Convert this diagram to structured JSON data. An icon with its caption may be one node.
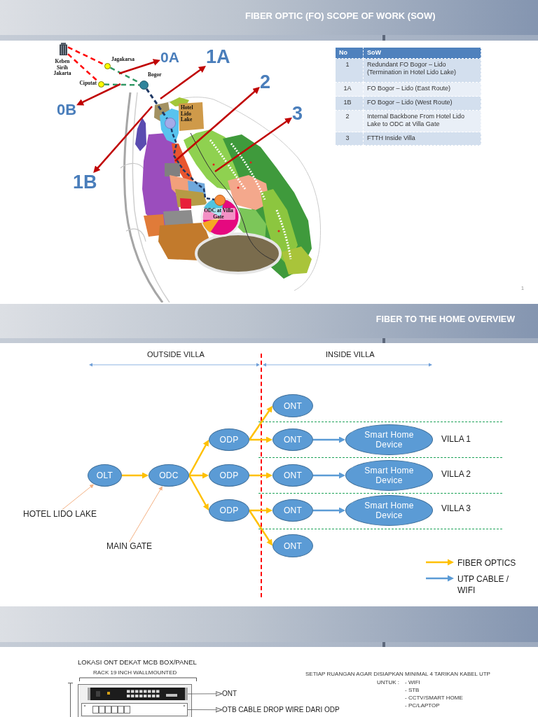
{
  "diagram": {
    "title": "FIBER OPTIC (FO) SCOPE OF WORK (SOW)",
    "nodes": [
      {
        "text": [],
        "shape": "picture",
        "beside": [
          "Keben Sirih Jakarta"
        ]
      },
      {
        "text": [],
        "shape": "circle",
        "beside": [
          "Jagakarsa"
        ]
      },
      {
        "text": [
          "0A"
        ]
      },
      {
        "text": [
          "1A"
        ]
      },
      {
        "text": [],
        "shape": "circle",
        "beside": [
          "Bogor"
        ]
      },
      {
        "text": [],
        "shape": "circle",
        "beside": [
          "Ciputat"
        ]
      },
      {
        "text": [
          "2"
        ]
      },
      {
        "text": [
          "0B"
        ]
      },
      {
        "text": [],
        "shape": "circle",
        "beside": [
          "Hotel Lido Lake"
        ]
      },
      {
        "text": [
          "3"
        ]
      },
      {
        "text": [
          "1B"
        ]
      },
      {
        "text": [],
        "shape": "circle",
        "beside": [
          "ODC at Villa Gate"
        ]
      },
      {
        "text": [
          "ONT"
        ]
      },
      {
        "text": [
          "ODP"
        ]
      },
      {
        "text": [
          "ONT"
        ]
      },
      {
        "text": [
          "Smart Home Device"
        ]
      },
      {
        "text": [
          "OLT"
        ]
      },
      {
        "text": [
          "ODC"
        ]
      },
      {
        "text": [
          "ODP"
        ]
      },
      {
        "text": [
          "ONT"
        ]
      },
      {
        "text": [
          "Smart Home Device"
        ]
      },
      {
        "text": [
          "ODP"
        ]
      },
      {
        "text": [
          "ONT"
        ]
      },
      {
        "text": [
          "Smart Home Device"
        ]
      },
      {
        "text": [
          "HOTEL LIDO LAKE"
        ]
      },
      {
        "text": [
          "MAIN GATE"
        ]
      },
      {
        "text": [
          "ONT"
        ]
      },
      {
        "text": [],
        "shape": "picture"
      },
      {
        "text": [
          "ONT"
        ]
      },
      {
        "text": [],
        "shape": "picture"
      },
      {
        "text": [
          "OTB CABLE DROP WIRE DARI ODP"
        ]
      }
    ],
    "edges": [
      {
        "from": 0,
        "to": 1,
        "arrow": "none",
        "style": "dashed",
        "color": "#ff0000"
      },
      {
        "from": 0,
        "to": 5,
        "arrow": "none",
        "style": "dashed",
        "color": "#ff0000"
      },
      {
        "from": 1,
        "to": 4,
        "arrow": "none",
        "style": "dashed",
        "color": "#339966"
      },
      {
        "from": 5,
        "to": 4,
        "arrow": "none",
        "style": "dashed",
        "color": "#339966"
      },
      {
        "from": 4,
        "to": 8,
        "arrow": "none",
        "style": "dashed",
        "color": "#1f3864"
      },
      {
        "from": 8,
        "to": 11,
        "arrow": "none",
        "style": "dashed",
        "color": "#1f3864"
      },
      {
        "from": null,
        "to": 2,
        "arrow": "to",
        "color": "#c00000"
      },
      {
        "from": null,
        "to": 3,
        "arrow": "to",
        "color": "#c00000"
      },
      {
        "from": null,
        "to": 6,
        "arrow": "to",
        "color": "#c00000"
      },
      {
        "from": null,
        "to": 9,
        "arrow": "to",
        "color": "#c00000"
      },
      {
        "from": null,
        "to": 7,
        "arrow": "to",
        "color": "#c00000"
      },
      {
        "from": null,
        "to": 10,
        "arrow": "to",
        "color": "#c00000"
      },
      {
        "from": 16,
        "to": 17,
        "arrow": "to"
      },
      {
        "from": 17,
        "to": 13,
        "arrow": "to"
      },
      {
        "from": 17,
        "to": 18,
        "arrow": "to"
      },
      {
        "from": 17,
        "to": 21,
        "arrow": "to"
      },
      {
        "from": 13,
        "to": 12,
        "arrow": "to"
      },
      {
        "from": 13,
        "to": 14,
        "arrow": "to"
      },
      {
        "from": 18,
        "to": 19,
        "arrow": "to"
      },
      {
        "from": 21,
        "to": 22,
        "arrow": "to"
      },
      {
        "from": 21,
        "to": 26,
        "arrow": "to"
      },
      {
        "from": 14,
        "to": 15,
        "arrow": "to",
        "color": "#5b9bd5"
      },
      {
        "from": 19,
        "to": 20,
        "arrow": "to",
        "color": "#5b9bd5"
      },
      {
        "from": 22,
        "to": 23,
        "arrow": "to",
        "color": "#5b9bd5"
      },
      {
        "from": 24,
        "to": 16,
        "arrow": "to",
        "color": "#f4b183"
      },
      {
        "from": 25,
        "to": 17,
        "arrow": "to",
        "color": "#f4b183"
      },
      {
        "from": 27,
        "to": 28,
        "arrow": "to",
        "color": "#595959"
      },
      {
        "from": 29,
        "to": 30,
        "arrow": "to",
        "color": "#595959"
      }
    ],
    "labels": [
      "No",
      "SoW",
      "1",
      "Redundant FO Bogor – Lido (Termination in Hotel Lido Lake)",
      "1A",
      "FO Bogor – Lido (East Route)",
      "1B",
      "FO Bogor – Lido (West Route)",
      "2",
      "Internal Backbone From Hotel Lido Lake to ODC at Villa Gate",
      "3",
      "FTTH Inside Villa",
      "1",
      "FIBER TO THE HOME OVERVIEW",
      "OUTSIDE VILLA",
      "INSIDE VILLA",
      "VILLA 1",
      "VILLA 2",
      "VILLA 3",
      "LOKASI ONT DEKAT MCB BOX/PANEL",
      "RACK 19 INCH WALLMOUNTED",
      "SETIAP RUANGAN AGAR DISIAPKAN MINIMAL 4 TARIKAN KABEL UTP",
      "UNTUK :",
      "- WIFI",
      "- STB",
      "- CCTV/SMART HOME",
      "- PC/LAPTOP"
    ],
    "legend": [
      {
        "text": "FIBER OPTICS"
      },
      {
        "text": "UTP CABLE / WIFI"
      }
    ]
  }
}
